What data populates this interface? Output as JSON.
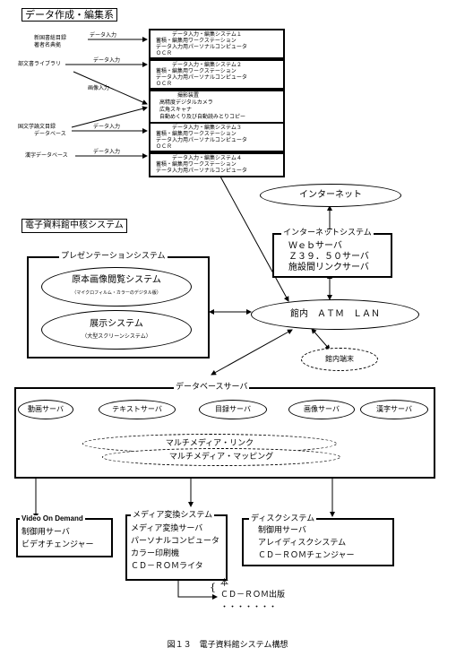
{
  "data_creation": {
    "title": "データ作成・編集系",
    "sources": [
      [
        "新国書総目録",
        "著者名典拠"
      ],
      [
        "部文書ライブラリ"
      ],
      [
        "国文学論文目録",
        "データベース"
      ],
      [
        "漢字データベース"
      ]
    ],
    "input_labels": [
      "データ入力",
      "データ入力",
      "画像入力",
      "データ入力",
      "データ入力"
    ],
    "systems": [
      [
        "データ入力・編集システム１",
        "蓄積・編集用ワークステーション",
        "データ入力用パーソナルコンピュータ",
        "ＯＣＲ"
      ],
      [
        "データ入力・編集システム２",
        "蓄積・編集用ワークステーション",
        "データ入力用パーソナルコンピュータ",
        "ＯＣＲ"
      ],
      [
        "撮影装置",
        "高精度デジタルカメラ",
        "広角スキャナ",
        "自動めくり及び自動読みとりコピー"
      ],
      [
        "データ入力・編集システム３",
        "蓄積・編集用ワークステーション",
        "データ入力用パーソナルコンピュータ",
        "ＯＣＲ"
      ],
      [
        "データ入力・編集システム４",
        "蓄積・編集用ワークステーション",
        "データ入力用パーソナルコンピュータ"
      ]
    ]
  },
  "internet": {
    "label": "インターネット",
    "system_title": "インターネットシステム",
    "system_items": [
      "Ｗｅｂサーバ",
      "Ｚ３９．５０サーバ",
      "施設間リンクサーバ"
    ]
  },
  "core": {
    "title": "電子資料館中核システム",
    "presentation_title": "プレゼンテーションシステム",
    "viewer": [
      "原本画像閲覧システム",
      "（マイクロフィルム・カラーのデジタル版）"
    ],
    "display": [
      "展示システム",
      "（大型スクリーンシステム）"
    ],
    "lan": "館内　ＡＴＭ　ＬＡＮ",
    "terminal": "館内端末"
  },
  "database": {
    "title": "データベースサーバ",
    "servers": [
      "動画サーバ",
      "テキストサーバ",
      "目録サーバ",
      "画像サーバ",
      "漢字サーバ"
    ],
    "link": "マルチメディア・リンク",
    "mapping": "マルチメディア・マッピング"
  },
  "vod": {
    "title": "Video On Demand",
    "items": [
      "制御用サーバ",
      "ビデオチェンジャー"
    ]
  },
  "media": {
    "title": "メディア変換システム",
    "items": [
      "メディア変換サーバ",
      "パーソナルコンピュータ",
      "カラー印刷機",
      "ＣＤ－ＲＯＭライタ"
    ]
  },
  "disk": {
    "title": "ディスクシステム",
    "items": [
      "制御用サーバ",
      "アレイディスクシステム",
      "ＣＤ－ＲＯＭチェンジャー"
    ]
  },
  "outputs": [
    "本",
    "ＣＤ－ＲＯＭ出版",
    "・・・・・・・"
  ],
  "caption": "図１３　電子資料館システム構想"
}
